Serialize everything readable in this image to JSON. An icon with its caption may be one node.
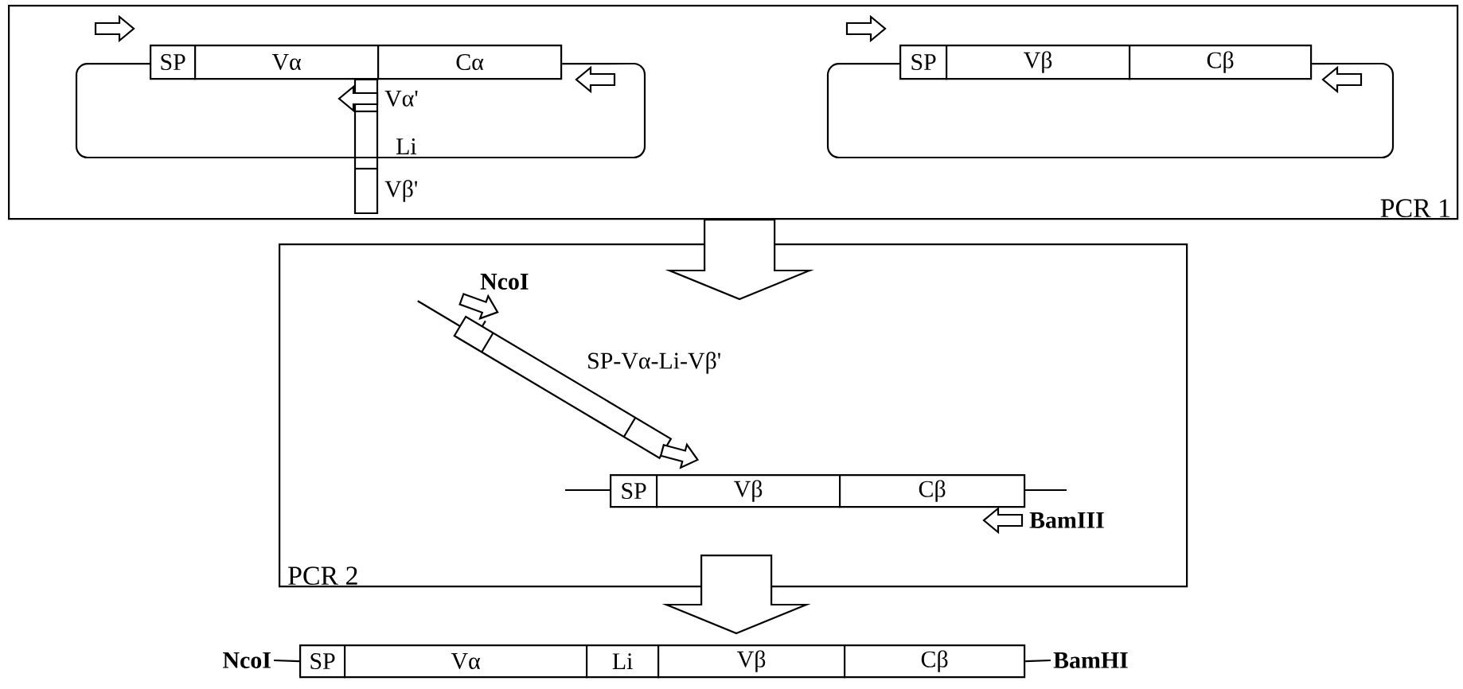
{
  "diagram": {
    "nodes": [
      {
        "text": [
          "PCR 1"
        ]
      },
      {
        "text": [
          "SP"
        ],
        "in": 0
      },
      {
        "text": [
          "Vα"
        ],
        "in": 0
      },
      {
        "text": [
          "Cα"
        ],
        "in": 0
      },
      {
        "text": [
          "SP"
        ],
        "in": 0
      },
      {
        "text": [
          "Vβ"
        ],
        "in": 0
      },
      {
        "text": [
          "Cβ"
        ],
        "in": 0
      },
      {
        "text": [
          "PCR 2"
        ]
      },
      {
        "text": [
          "SP"
        ],
        "in": 7
      },
      {
        "text": [
          "Vβ"
        ],
        "in": 7
      },
      {
        "text": [
          "Cβ"
        ],
        "in": 7
      },
      {
        "text": [
          "NcoI"
        ]
      },
      {
        "text": [
          "SP"
        ]
      },
      {
        "text": [
          "Vα"
        ]
      },
      {
        "text": [
          "Li"
        ]
      },
      {
        "text": [
          "Vβ"
        ]
      },
      {
        "text": [
          "Cβ"
        ]
      },
      {
        "text": [
          "BamHI"
        ]
      }
    ],
    "edges": [
      {
        "from": 0,
        "to": 7,
        "arrow": "to"
      },
      {
        "from": 7,
        "to": 15,
        "arrow": "to"
      },
      {
        "from": 1,
        "to": 3,
        "arrow": "none"
      },
      {
        "from": 4,
        "to": 6,
        "arrow": "none"
      },
      {
        "from": 11,
        "to": 12,
        "arrow": "none"
      },
      {
        "from": 16,
        "to": 17,
        "arrow": "none"
      }
    ],
    "labels": [
      "Vα'",
      "Li",
      "Vβ'",
      "NcoI",
      "SP-Vα-Li-Vβ'",
      "BamIII"
    ]
  }
}
